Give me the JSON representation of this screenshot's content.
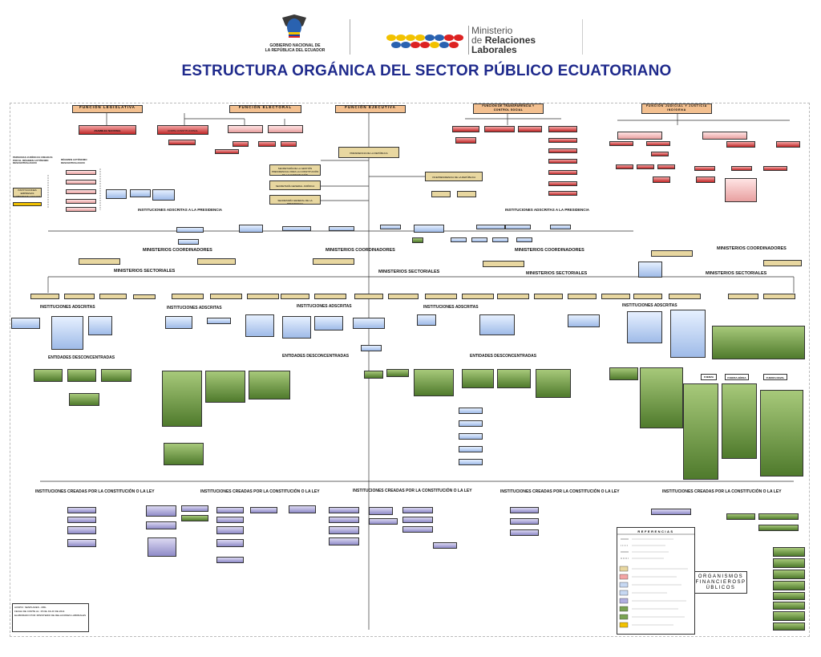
{
  "title": "ESTRUCTURA ORGÁNICA DEL SECTOR PÚBLICO ECUATORIANO",
  "logos": {
    "left_caption_line1": "GOBIERNO NACIONAL DE",
    "left_caption_line2": "LA REPÚBLICA DEL ECUADOR",
    "right_word1": "Ministerio",
    "right_word2": "de",
    "right_word3": "Relaciones",
    "right_word4": "Laborales"
  },
  "functions": {
    "legislativa": "FUNCIÓN LEGISLATIVA",
    "electoral": "FUNCIÓN ELECTORAL",
    "ejecutiva": "FUNCIÓN EJECUTIVA",
    "transparencia": "FUNCIÓN DE TRANSPARENCIA Y CONTROL SOCIAL",
    "judicial": "FUNCIÓN JUDICIAL Y JUSTICIA INDÍGENA"
  },
  "nodes": {
    "asamblea": "ASAMBLEA NACIONAL",
    "corte": "CORTE CONSTITUCIONAL",
    "presidencia": "PRESIDENCIA DE LA REPÚBLICA",
    "vicepresidencia": "VICEPRESIDENCIA DE LA REPÚBLICA",
    "secretaria_juridica": "SECRETARÍA GENERAL JURÍDICA",
    "secretaria_admin": "SECRETARÍA GENERAL DE LA PRESIDENCIA",
    "secretaria_planif": "SECRETARÍA DE LA GESTIÓN PRESIDENCIAL PARA LA CONSTITUCIÓN DE LA CONSTITUCIÓN",
    "personas_juridicas": "PERSONAS JURÍDICAS CREADAS POR EL RÉGIMEN AUTÓNOMO DESCENTRALIZADO",
    "regimen": "RÉGIMEN AUTÓNOMO DESCENTRALIZADO",
    "empresas": "INSTITUCIONES EMPRESAS GOBIERNOS LOCALES"
  },
  "labels": {
    "inst_presidencia_left": "INSTITUCIONES ADSCRITAS A LA PRESIDENCIA",
    "inst_presidencia_right": "INSTITUCIONES ADSCRITAS A LA PRESIDENCIA",
    "min_coord_1": "MINISTERIOS COORDINADORES",
    "min_coord_2": "MINISTERIOS COORDINADORES",
    "min_coord_3": "MINISTERIOS COORDINADORES",
    "min_coord_4": "MINISTERIOS COORDINADORES",
    "min_sect_1": "MINISTERIOS SECTORIALES",
    "min_sect_2": "MINISTERIOS SECTORIALES",
    "min_sect_3": "MINISTERIOS SECTORIALES",
    "min_sect_4": "MINISTERIOS SECTORIALES",
    "inst_ads_1": "INSTITUCIONES ADSCRITAS",
    "inst_ads_2": "INSTITUCIONES  ADSCRITAS",
    "inst_ads_3": "INSTITUCIONES  ADSCRITAS",
    "inst_ads_4": "INSTITUCIONES  ADSCRITAS",
    "inst_ads_5": "INSTITUCIONES ADSCRITAS",
    "ent_desc_1": "ENTIDADES DESCONCENTRADAS",
    "ent_desc_2": "ENTIDADES DESCONCENTRADAS",
    "ent_desc_3": "ENTIDADES DESCONCENTRADAS",
    "inst_creadas_1": "INSTITUCIONES  CREADAS POR LA CONSTITUCIÓN O LA LEY",
    "inst_creadas_2": "INSTITUCIONES  CREADAS POR LA CONSTITUCIÓN O LA LEY",
    "inst_creadas_3": "INSTITUCIONES CREADAS POR LA CONSTITUCIÓN O LA LEY",
    "inst_creadas_4": "INSTITUCIONES CREADAS POR LA CONSTITUCIÓN O LA LEY",
    "inst_creadas_5": "INSTITUCIONES CREADAS POR LA CONSTITUCIÓN O LA LEY",
    "fuerza_terrestre": "FUERZA TERRESTRE",
    "fuerza_aerea": "FUERZA AÉREA",
    "fuerza_naval": "FUERZA NAVAL"
  },
  "legend": {
    "title": "REFERENCIAS"
  },
  "organismos": {
    "line1": "ORGANISMOS",
    "line2": "FINANCIEROSP",
    "line3": "ÚBLICOS"
  },
  "footer": {
    "line1": "AUSPIC: SENPLADES - MRL",
    "line2": "FECHA DE CORTE AL: 15 DE JULIO DE 2014",
    "line3": "ELABORADO POR: MINISTERIO DE RELACIONES LABORALES"
  },
  "colors": {
    "title": "#1f2a8c",
    "function_header": "#f3c090",
    "green_box": "#5a8a32",
    "blue_box": "#9fbbe8",
    "red_box": "#c02828",
    "tan_box": "#e8d7a0"
  }
}
